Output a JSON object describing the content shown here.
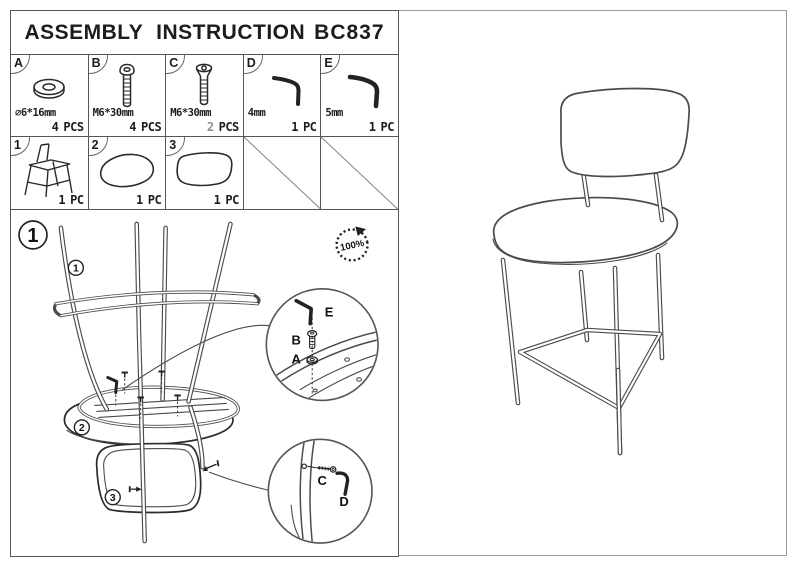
{
  "title": {
    "main": "ASSEMBLY INSTRUCTION",
    "model": "BC837"
  },
  "hardware": [
    {
      "id": "A",
      "icon": "washer-icon",
      "spec": "⌀6*16mm",
      "qty_num": "4",
      "qty_unit": "PCS"
    },
    {
      "id": "B",
      "icon": "button-head-bolt-icon",
      "spec": "M6*30mm",
      "qty_num": "4",
      "qty_unit": "PCS"
    },
    {
      "id": "C",
      "icon": "countersunk-bolt-icon",
      "spec": "M6*30mm",
      "qty_num": "2",
      "qty_unit": "PCS"
    },
    {
      "id": "D",
      "icon": "hex-key-icon",
      "spec": "4mm",
      "qty_num": "1",
      "qty_unit": "PC"
    },
    {
      "id": "E",
      "icon": "hex-key-icon",
      "spec": "5mm",
      "qty_num": "1",
      "qty_unit": "PC"
    }
  ],
  "parts": [
    {
      "id": "1",
      "icon": "stool-frame-icon",
      "qty_num": "1",
      "qty_unit": "PC"
    },
    {
      "id": "2",
      "icon": "seat-icon",
      "qty_num": "1",
      "qty_unit": "PC"
    },
    {
      "id": "3",
      "icon": "backrest-icon",
      "qty_num": "1",
      "qty_unit": "PC"
    }
  ],
  "step": {
    "number": "1",
    "stamp": "100%",
    "callouts": {
      "frame": "1",
      "seat": "2",
      "backrest": "3"
    },
    "detail_top": {
      "hex_key": "E",
      "bolt": "B",
      "washer": "A"
    },
    "detail_bottom": {
      "bolt": "C",
      "hex_key": "D"
    }
  },
  "colors": {
    "ink": "#1c1c1c",
    "drawing_line": "#4b4b4b",
    "table_border": "#555555",
    "outer_border": "#9a9a9a",
    "muted_qty": "#8f8f8f"
  }
}
